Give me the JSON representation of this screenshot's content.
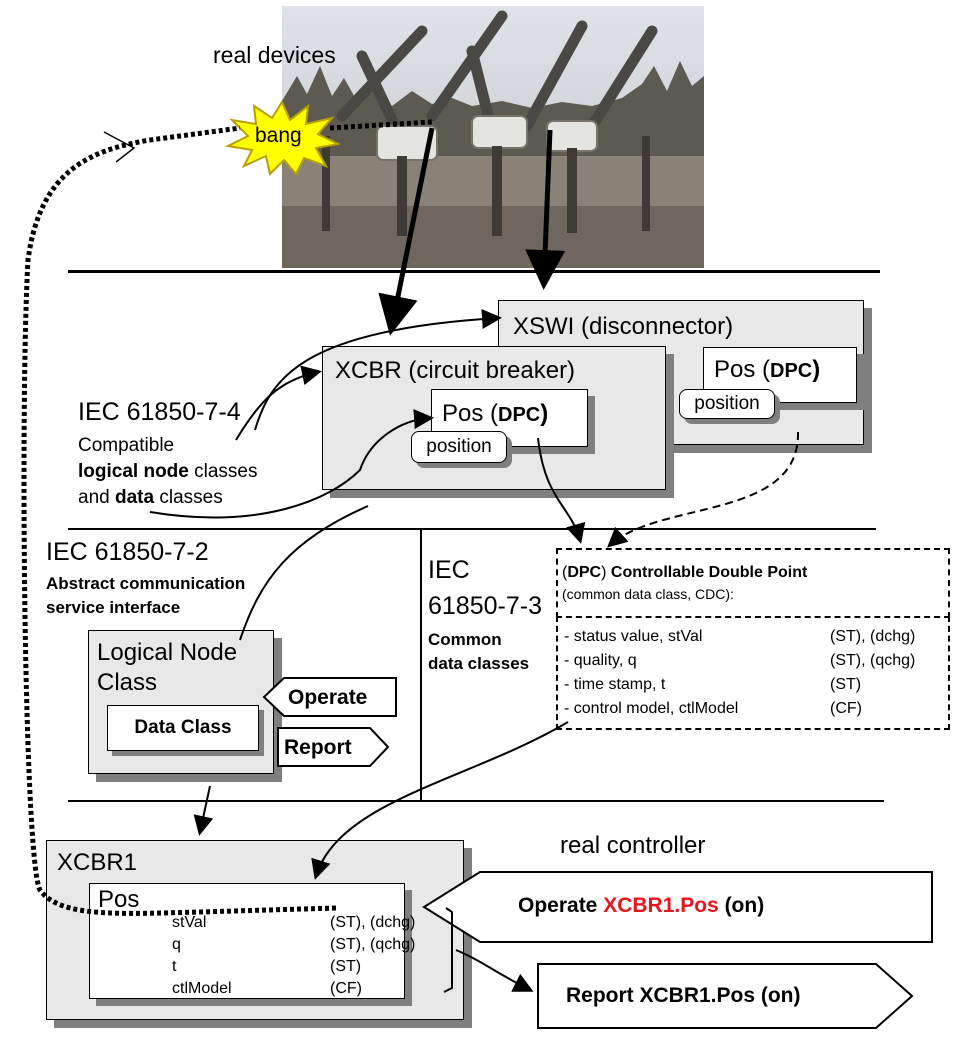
{
  "photo": {
    "label": "real devices",
    "burst": "bang"
  },
  "iec_7_4": {
    "title": "IEC 61850-7-4",
    "line1": "Compatible",
    "line2_bold": "logical node",
    "line2_rest": " classes",
    "line3_pre": "and ",
    "line3_bold": "data",
    "line3_rest": " classes"
  },
  "xswi": {
    "title": "XSWI (disconnector)",
    "pos_label": "Pos (",
    "pos_type": "DPC",
    "pos_close": ")",
    "position": "position"
  },
  "xcbr": {
    "title": "XCBR (circuit breaker)",
    "pos_label": "Pos (",
    "pos_type": "DPC",
    "pos_close": ")",
    "position": "position"
  },
  "iec_7_2": {
    "title": "IEC 61850-7-2",
    "line1": "Abstract communication",
    "line2": "service interface"
  },
  "lnclass": {
    "line1": "Logical Node",
    "line2": "Class",
    "data_class": "Data Class",
    "operate": "Operate",
    "report": "Report"
  },
  "iec_7_3": {
    "title_line1": "IEC",
    "title_line2": "61850-7-3",
    "line1": "Common",
    "line2": "data classes"
  },
  "dpc": {
    "header_open": "(",
    "header_bold1": "DPC",
    "header_close": ") ",
    "header_bold2": "Controllable Double Point",
    "subheader": "(common data class, CDC):",
    "rows": [
      {
        "name": "- status value, stVal",
        "attr": "(ST), (dchg)"
      },
      {
        "name": "- quality, q",
        "attr": "(ST), (qchg)"
      },
      {
        "name": "- time stamp, t",
        "attr": "(ST)"
      },
      {
        "name": "- control model, ctlModel",
        "attr": "(CF)"
      }
    ]
  },
  "xcbr1": {
    "title": "XCBR1",
    "pos": "Pos",
    "rows": [
      {
        "name": "stVal",
        "attr": "(ST), (dchg)"
      },
      {
        "name": "q",
        "attr": "(ST), (qchg)"
      },
      {
        "name": "t",
        "attr": "(ST)"
      },
      {
        "name": "ctlModel",
        "attr": "(CF)"
      }
    ]
  },
  "controller": {
    "label": "real controller",
    "operate_prefix": "Operate ",
    "operate_target": "XCBR1.Pos",
    "operate_suffix": " (on)",
    "report": "Report XCBR1.Pos (on)"
  },
  "colors": {
    "accent": "#e8141e",
    "panel": "#e8e8e8",
    "shadow": "#7f7f7f"
  }
}
